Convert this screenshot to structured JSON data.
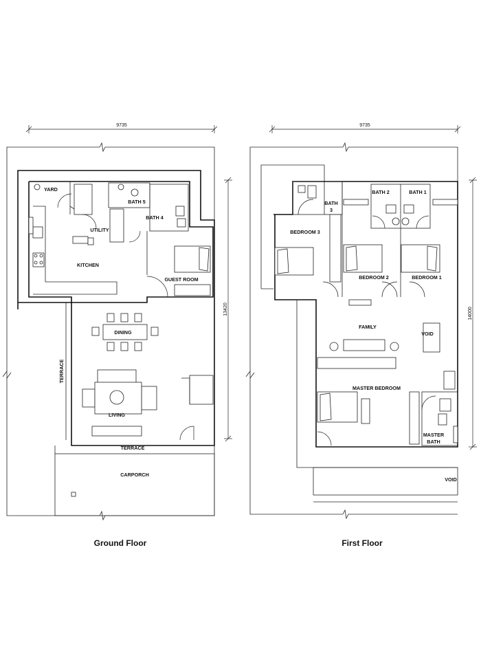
{
  "ground_floor": {
    "caption": "Ground Floor",
    "width_dim": "9735",
    "depth_dim": "13420",
    "rooms": {
      "yard": "YARD",
      "bath5": "BATH 5",
      "utility": "UTILITY",
      "bath4": "BATH 4",
      "kitchen": "KITCHEN",
      "guest_room": "GUEST ROOM",
      "dining": "DINING",
      "terrace_side": "TERRACE",
      "living": "LIVING",
      "terrace_front": "TERRACE",
      "carporch": "CARPORCH"
    }
  },
  "first_floor": {
    "caption": "First Floor",
    "width_dim": "9735",
    "depth_dim": "14000",
    "rooms": {
      "bath3_a": "BATH",
      "bath3_b": "3",
      "bath2": "BATH 2",
      "bath1": "BATH 1",
      "bedroom3": "BEDROOM 3",
      "bedroom2": "BEDROOM 2",
      "bedroom1": "BEDROOM 1",
      "family": "FAMILY",
      "void_top": "VOID",
      "master_bedroom": "MASTER BEDROOM",
      "master_bath_a": "MASTER",
      "master_bath_b": "BATH",
      "void_bottom": "VOID"
    }
  }
}
